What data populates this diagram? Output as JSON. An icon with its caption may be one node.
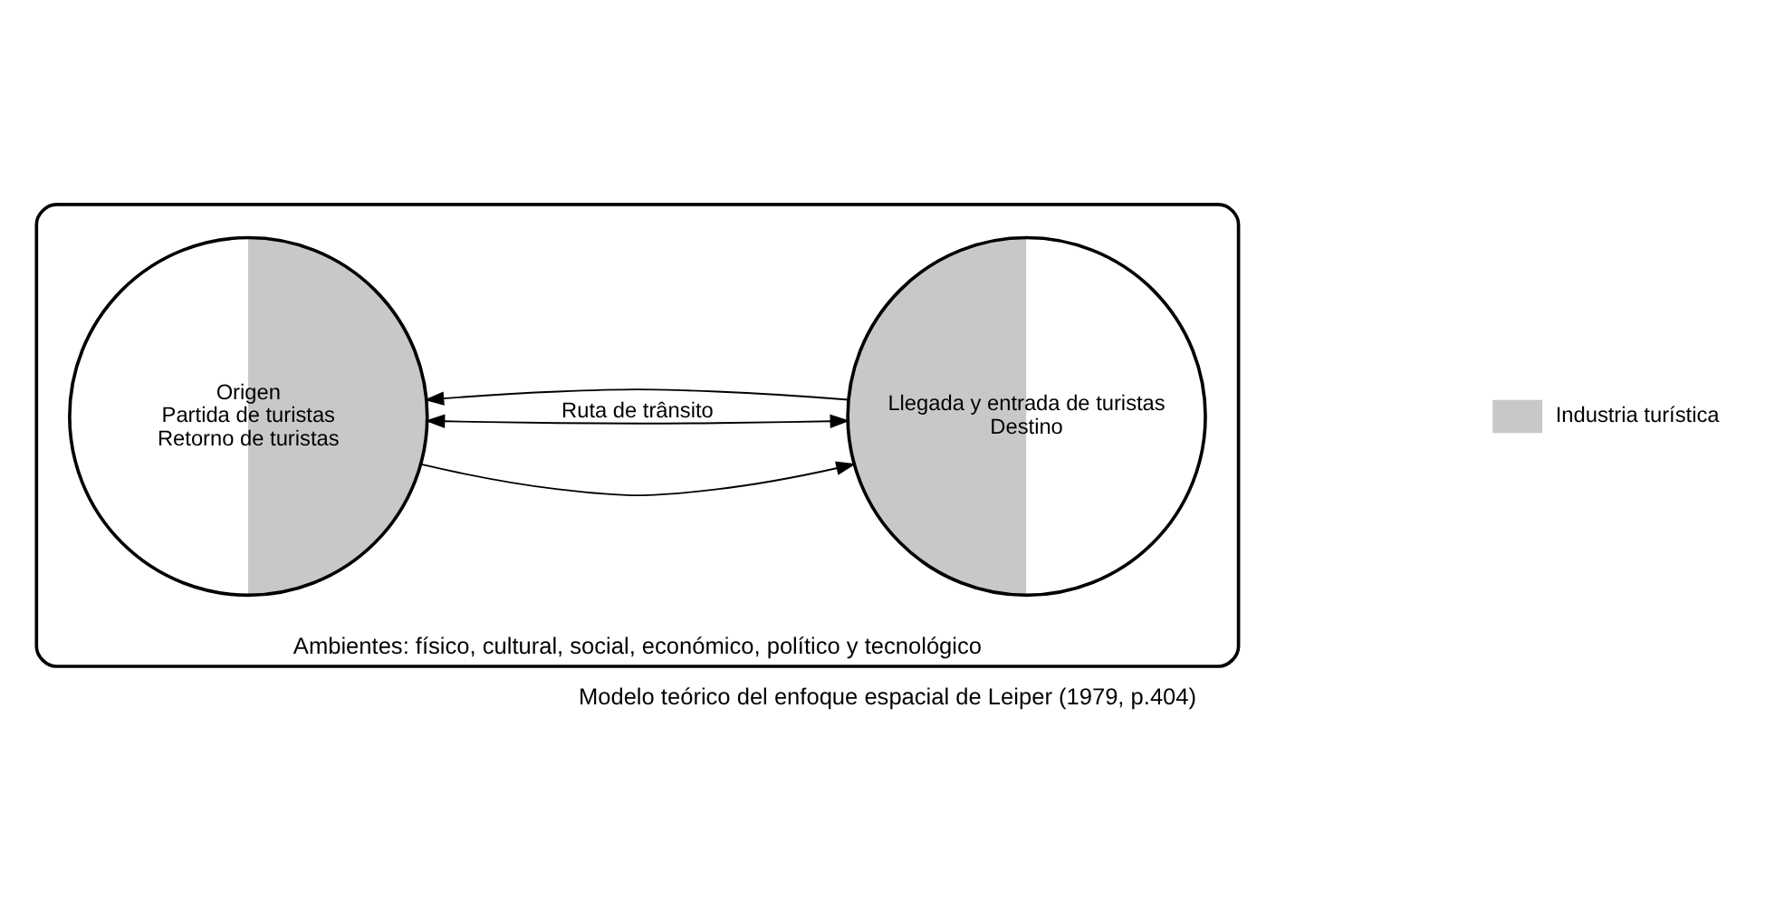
{
  "diagram": {
    "caption": "Modelo teórico del enfoque espacial de Leiper (1979, p.404)",
    "nodes": [
      {
        "text": [
          "Ambientes: físico, cultural, social, económico, político y tecnológico"
        ]
      },
      {
        "text": [
          "Origen",
          "Partida de turistas",
          "Retorno de turistas"
        ],
        "in": 0
      },
      {
        "text": [
          "Llegada y entrada de turistas",
          "Destino"
        ],
        "in": 0
      }
    ],
    "edges": [
      {
        "from": 1,
        "to": 2,
        "arrow": "to"
      },
      {
        "from": 1,
        "to": 2,
        "arrow": "both",
        "label": "Ruta de trânsito"
      },
      {
        "from": 2,
        "to": 1,
        "arrow": "to"
      }
    ],
    "legend": [
      {
        "text": "Industria turística",
        "color": "#c8c8c8"
      }
    ]
  }
}
